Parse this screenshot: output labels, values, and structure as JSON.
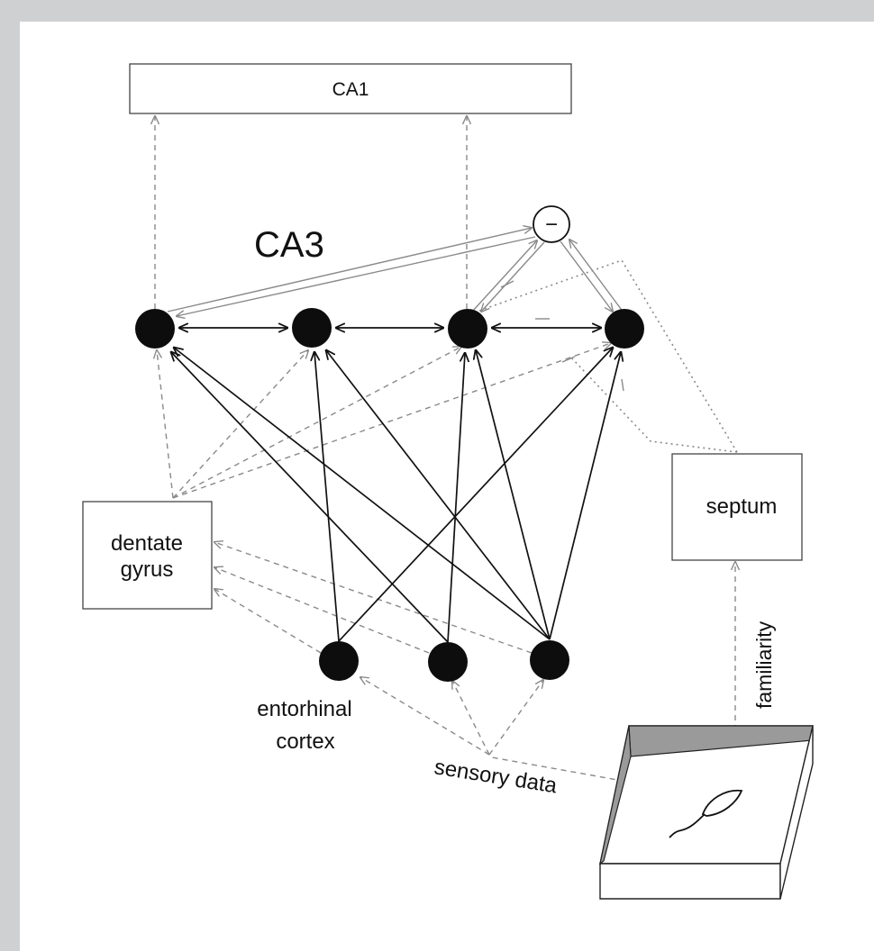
{
  "diagram": {
    "labels": {
      "ca1": "CA1",
      "ca3": "CA3",
      "inhibition": "−",
      "dentate_line1": "dentate",
      "dentate_line2": "gyrus",
      "septum": "septum",
      "entorhinal_line1": "entorhinal",
      "entorhinal_line2": "cortex",
      "sensory": "sensory data",
      "familiarity": "familiarity"
    },
    "colors": {
      "panel_bg": "#ffffff",
      "page_bg": "#cfd0d1",
      "neuron": "#0d0d0d",
      "solid_arrow": "#111111",
      "dashed_arrow": "#8a8a8a",
      "arena_wall": "#9a9a9a"
    },
    "icons": [
      "neuron-icon",
      "inhibitory-node-icon",
      "rat-icon",
      "arena-box-icon"
    ]
  }
}
